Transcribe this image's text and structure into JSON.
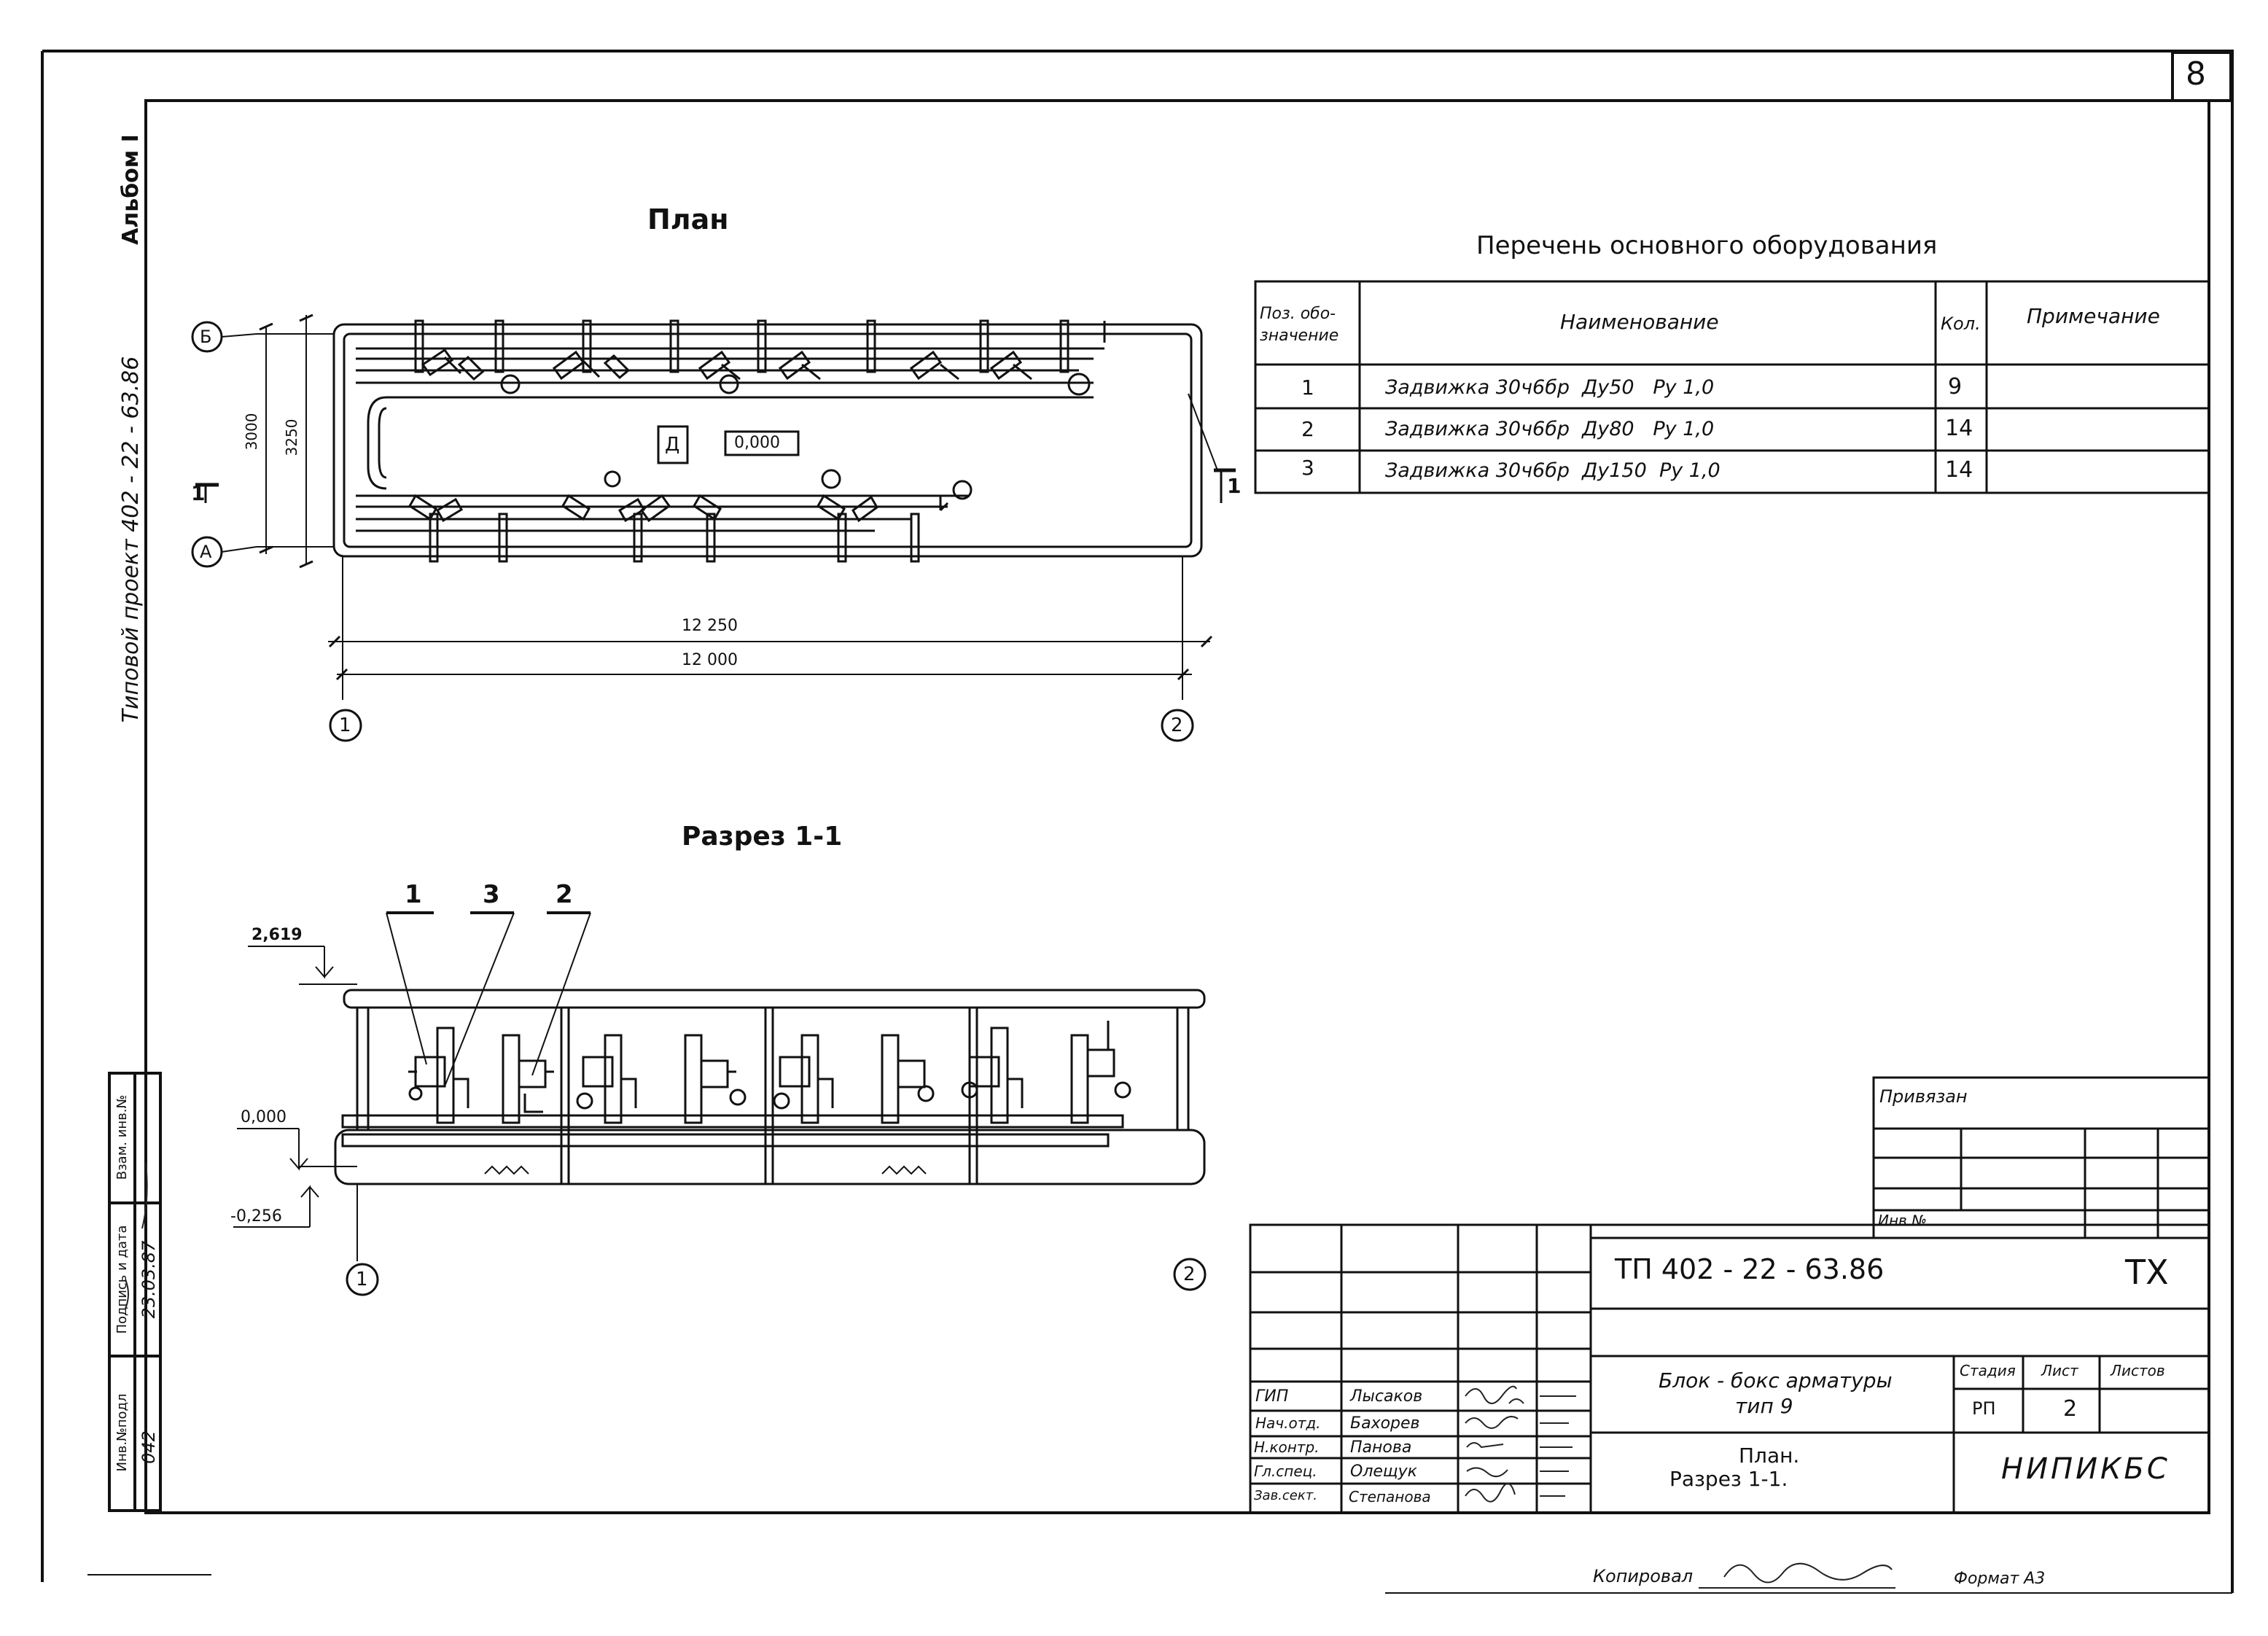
{
  "sheet_number": "8",
  "margin": {
    "album": "Альбом I",
    "project": "Типовой проект 402 - 22 - 63.86",
    "stamp_inv_podl": "Инв.№подл",
    "stamp_inv_podl_value": "042",
    "stamp_sign_date": "Подпись и дата",
    "stamp_sign_date_value": "23.03.87",
    "stamp_vzam": "Взам. инв.№"
  },
  "plan": {
    "title": "План",
    "axis_b": "Б",
    "axis_a": "А",
    "axis_1": "1",
    "axis_2": "2",
    "dim_3000": "3000",
    "dim_3250": "3250",
    "dim_12250": "12 250",
    "dim_12000": "12 000",
    "room_label": "Д",
    "room_level": "0,000",
    "section_left": "1",
    "section_right": "1"
  },
  "section": {
    "title": "Разрез 1-1",
    "callout_1": "1",
    "callout_3": "3",
    "callout_2": "2",
    "level_top": "2,619",
    "level_zero": "0,000",
    "level_bottom": "-0,256",
    "axis_1": "1",
    "axis_2": "2"
  },
  "equipment": {
    "title": "Перечень основного оборудования",
    "headers": {
      "pos_line1": "Поз. обо-",
      "pos_line2": "значение",
      "name": "Наименование",
      "qty": "Кол.",
      "note": "Примечание"
    },
    "rows": [
      {
        "pos": "1",
        "name": "Задвижка 30ч6бр  Ду50   Ру 1,0",
        "qty": "9",
        "note": ""
      },
      {
        "pos": "2",
        "name": "Задвижка 30ч6бр  Ду80   Ру 1,0",
        "qty": "14",
        "note": ""
      },
      {
        "pos": "3",
        "name": "Задвижка 30ч6бр  Ду150  Ру 1,0",
        "qty": "14",
        "note": ""
      }
    ]
  },
  "privyazan": {
    "label": "Привязан",
    "inv": "Инв.№"
  },
  "title_block": {
    "code": "ТП 402 - 22 - 63.86",
    "mark": "ТХ",
    "object_line1": "Блок - бокс арматуры",
    "object_line2": "тип 9",
    "sheet_title_line1": "План.",
    "sheet_title_line2": "Разрез 1-1.",
    "stage_label": "Стадия",
    "sheet_label": "Лист",
    "sheets_label": "Листов",
    "stage_value": "РП",
    "sheet_value": "2",
    "sheets_value": "",
    "org": "НИПИКБС",
    "roles": [
      {
        "role": "ГИП",
        "name": "Лысаков"
      },
      {
        "role": "Нач.отд.",
        "name": "Бахорев"
      },
      {
        "role": "Н.контр.",
        "name": "Панова"
      },
      {
        "role": "Гл.спец.",
        "name": "Олещук"
      },
      {
        "role": "Зав.сект.",
        "name": "Степанова"
      }
    ]
  },
  "footer": {
    "copied_label": "Копировал",
    "format_label": "Формат А3"
  }
}
